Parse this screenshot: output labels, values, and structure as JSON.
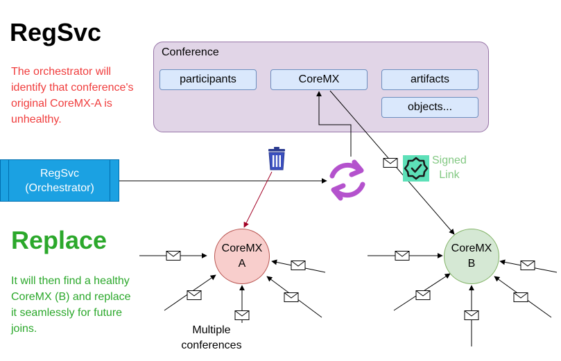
{
  "regsvc": {
    "title": "RegSvc",
    "note": "The orchestrator will identify that conference's original CoreMX-A is unhealthy.",
    "note_color": "#f03c3c"
  },
  "replace": {
    "title": "Replace",
    "note": "It will then find a healthy CoreMX (B) and replace it seamlessly for future joins.",
    "title_color": "#2ba82b",
    "note_color": "#2ba82b"
  },
  "conference": {
    "label": "Conference",
    "items": [
      "participants",
      "CoreMX",
      "artifacts",
      "objects..."
    ]
  },
  "orchestrator": {
    "line1": "RegSvc",
    "line2": "(Orchestrator)"
  },
  "nodes": {
    "a": {
      "line1": "CoreMX",
      "line2": "A",
      "fill": "#f8cecc"
    },
    "b": {
      "line1": "CoreMX",
      "line2": "B",
      "fill": "#d5e8d4"
    }
  },
  "signed_link": {
    "line1": "Signed",
    "line2": "Link"
  },
  "multiple": {
    "line1": "Multiple",
    "line2": "conferences"
  },
  "icons": [
    "trash-icon",
    "refresh-cycle-icon",
    "verified-badge-icon",
    "envelope-icon"
  ]
}
